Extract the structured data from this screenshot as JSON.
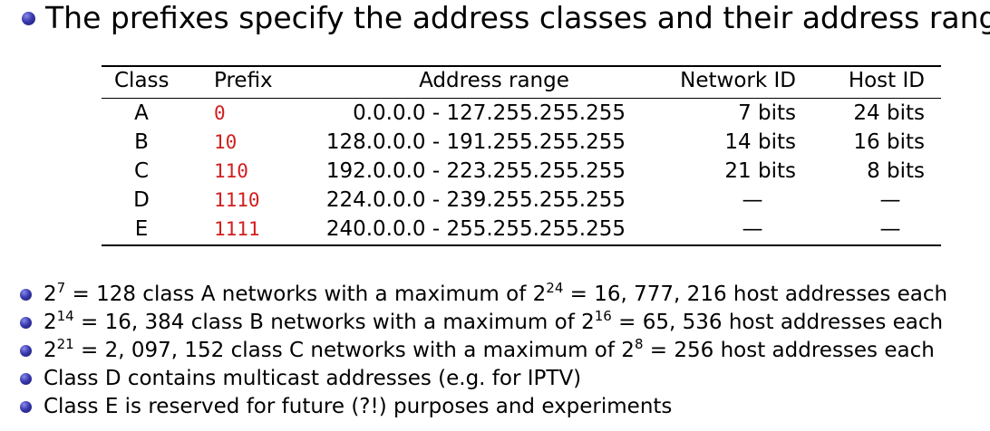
{
  "heading": "The prefixes specify the address classes and their address ranges",
  "table": {
    "headers": {
      "class": "Class",
      "prefix": "Prefix",
      "range": "Address range",
      "network": "Network ID",
      "host": "Host ID"
    },
    "rows": [
      {
        "class": "A",
        "prefix": "0",
        "range": "0.0.0.0 - 127.255.255.255",
        "network": "7 bits",
        "host": "24 bits"
      },
      {
        "class": "B",
        "prefix": "10",
        "range": "128.0.0.0 - 191.255.255.255",
        "network": "14 bits",
        "host": "16 bits"
      },
      {
        "class": "C",
        "prefix": "110",
        "range": "192.0.0.0 - 223.255.255.255",
        "network": "21 bits",
        "host": "8 bits"
      },
      {
        "class": "D",
        "prefix": "1110",
        "range": "224.0.0.0 - 239.255.255.255",
        "network": "—",
        "host": "—"
      },
      {
        "class": "E",
        "prefix": "1111",
        "range": "240.0.0.0 - 255.255.255.255",
        "network": "—",
        "host": "—"
      }
    ]
  },
  "bullets": {
    "b1": {
      "base1": "2",
      "exp1": "7",
      "mid": " = 128 class A networks with a maximum of ",
      "base2": "2",
      "exp2": "24",
      "end": " = 16, 777, 216 host addresses each"
    },
    "b2": {
      "base1": "2",
      "exp1": "14",
      "mid": " = 16, 384 class B networks with a maximum of ",
      "base2": "2",
      "exp2": "16",
      "end": " = 65, 536 host addresses each"
    },
    "b3": {
      "base1": "2",
      "exp1": "21",
      "mid": " = 2, 097, 152 class C networks with a maximum of ",
      "base2": "2",
      "exp2": "8",
      "end": " = 256 host addresses each"
    },
    "b4": "Class D contains multicast addresses (e.g. for IPTV)",
    "b5": "Class E is reserved for future (?!) purposes and experiments"
  },
  "colors": {
    "prefix": "#d21e1e",
    "bullet": "#3a3ab4"
  }
}
